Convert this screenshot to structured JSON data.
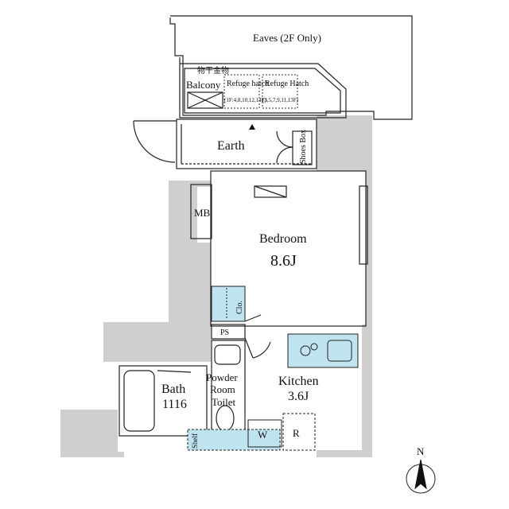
{
  "floorplan": {
    "eaves": "Eaves (2F Only)",
    "laundry_jp": "物干金物",
    "balcony": "Balcony",
    "refuge_hatch_1": "Refuge hatch",
    "refuge_hatch_1_note": "(1F:4,8,10,12,14F)",
    "refuge_hatch_2": "Refuge Hatch",
    "refuge_hatch_2_note": "(3,5,7,9,11,13F)",
    "earth": "Earth",
    "shoes_box": "Shoes Box",
    "mb": "MB",
    "bedroom": "Bedroom",
    "bedroom_size": "8.6J",
    "closet": "Clo.",
    "ps": "PS",
    "bath": "Bath",
    "bath_size": "1116",
    "powder_room": [
      "Powder",
      "Room",
      "Toilet"
    ],
    "kitchen": "Kitchen",
    "kitchen_size": "3.6J",
    "shelf": "Shelf",
    "washer": "W",
    "fridge": "R",
    "north": "N"
  }
}
